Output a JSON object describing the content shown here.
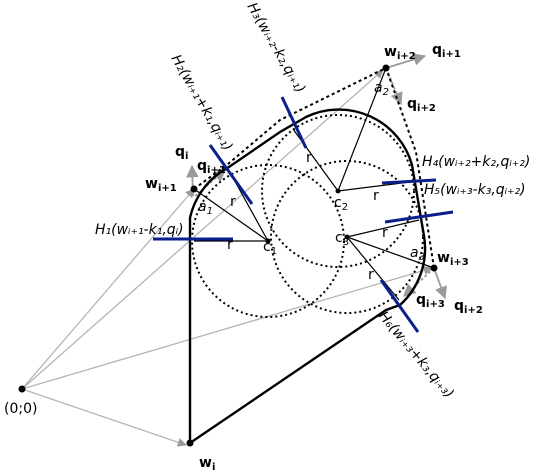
{
  "colors": {
    "vector": "#9a9a9a",
    "outline": "#000000",
    "hyperplane": "#0a1e8c",
    "background": "#ffffff"
  },
  "labels": {
    "origin": "(0;0)",
    "w_i": "w",
    "w_i_sub": "i",
    "w_i1": "w",
    "w_i1_sub": "i+1",
    "w_i2": "w",
    "w_i2_sub": "i+2",
    "w_i3": "w",
    "w_i3_sub": "i+3",
    "q_i": "q",
    "q_i_sub": "i",
    "q_i1_a": "q",
    "q_i1_a_sub": "i+1",
    "q_i1_b": "q",
    "q_i1_b_sub": "i+1",
    "q_i2_a": "q",
    "q_i2_a_sub": "i+2",
    "q_i2_b": "q",
    "q_i2_b_sub": "i+2",
    "q_i3": "q",
    "q_i3_sub": "i+3",
    "c1": "c",
    "c1_sub": "1",
    "c2": "c",
    "c2_sub": "2",
    "c3": "c",
    "c3_sub": "3",
    "a1": "a",
    "a1_sub": "1",
    "a2": "a",
    "a2_sub": "2",
    "a3": "a",
    "a3_sub": "3",
    "r": "r",
    "H1": "H₁(wᵢ₊₁-k₁,qᵢ)",
    "H2": "H₂(wᵢ₊₁+k₁,qᵢ₊₁)",
    "H3": "H₃(wᵢ₊₂-k₂,qᵢ₊₁)",
    "H4": "H₄(wᵢ₊₂+k₂,qᵢ₊₂)",
    "H5": "H₅(wᵢ₊₃-k₃,qᵢ₊₂)",
    "H6": "H₆(wᵢ₊₃+k₃,qᵢ₊₃)"
  }
}
